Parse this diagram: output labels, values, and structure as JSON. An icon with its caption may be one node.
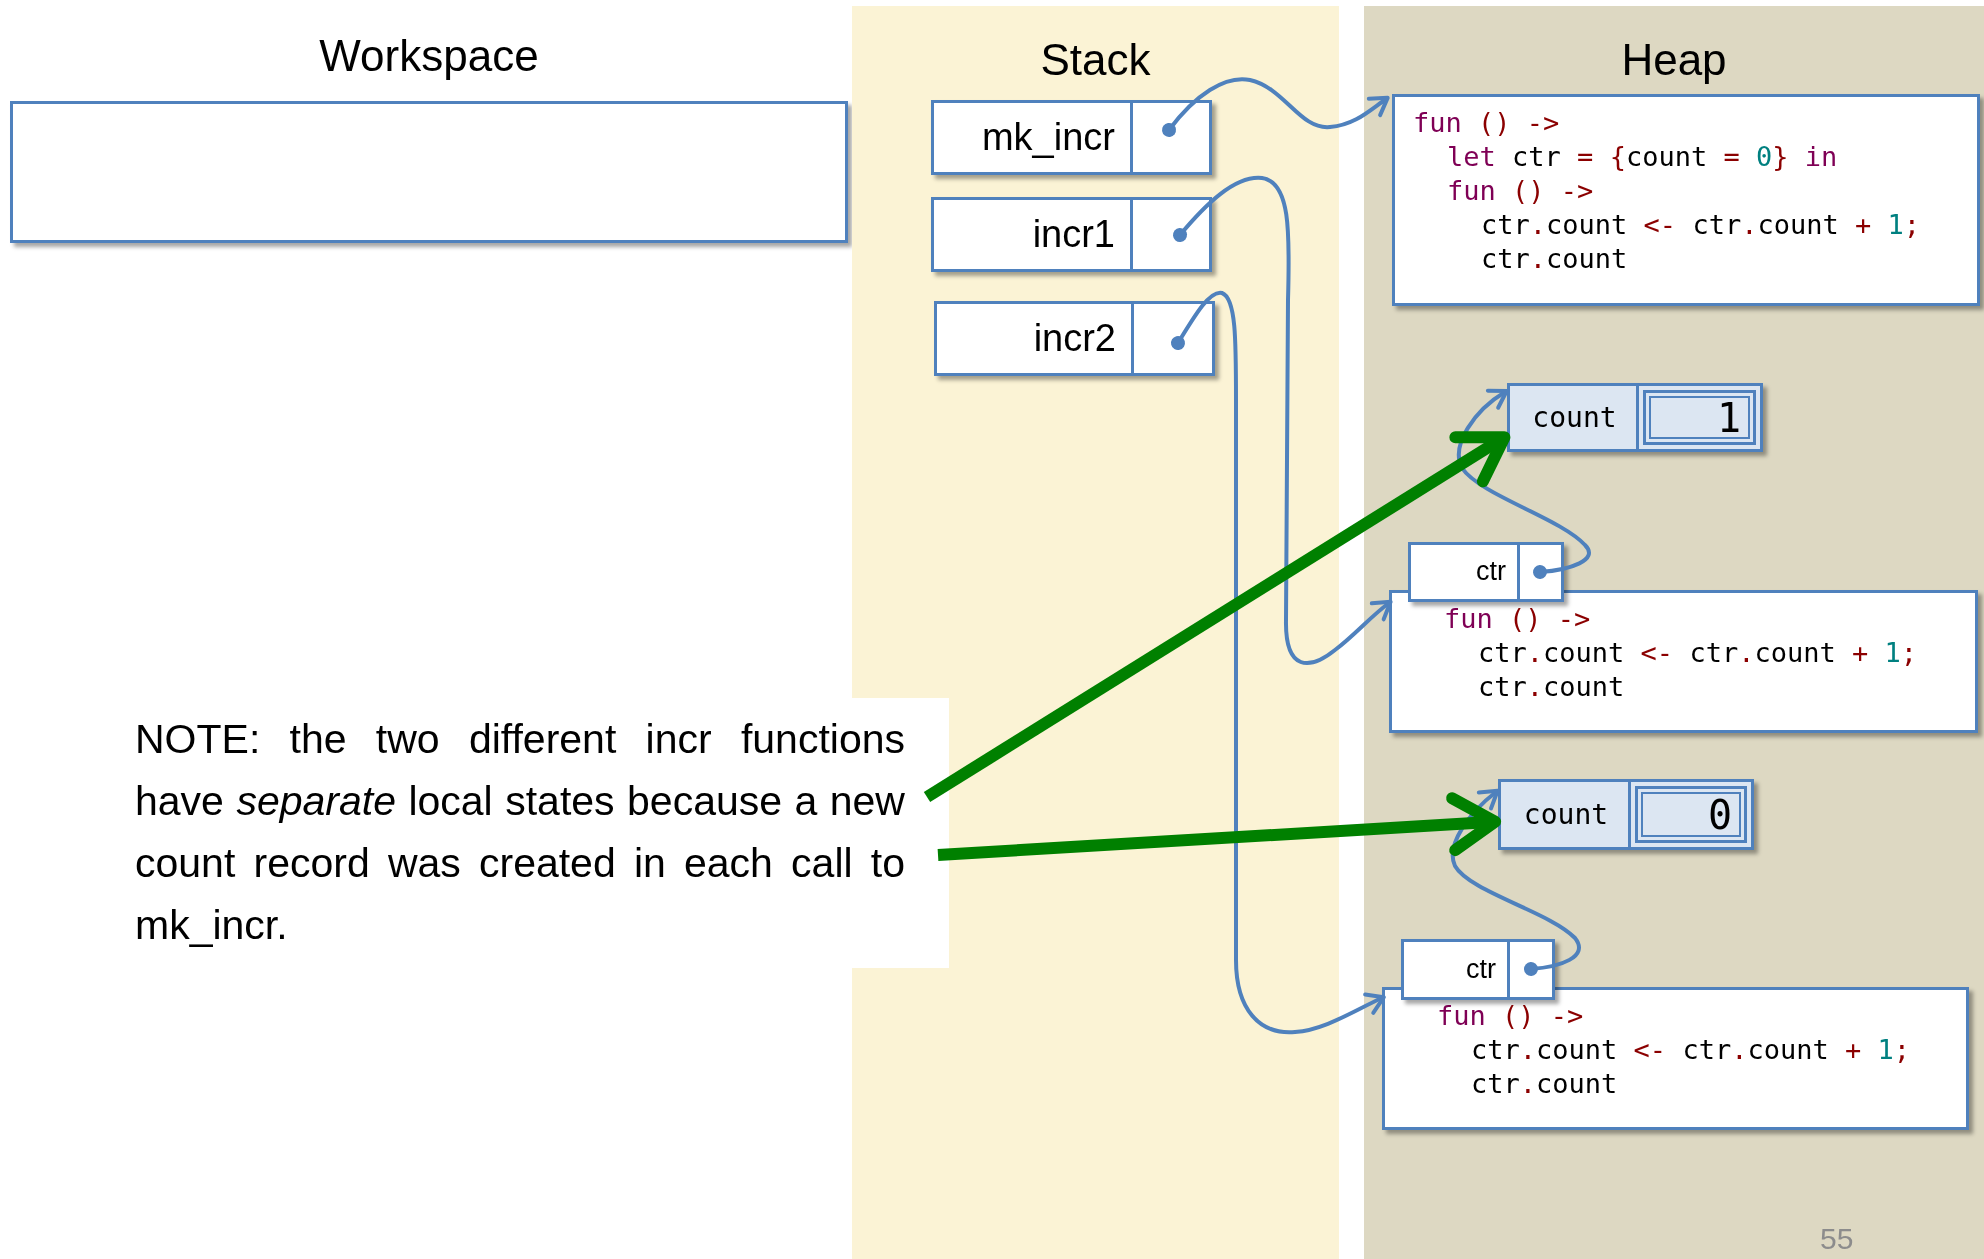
{
  "diagram": {
    "nodes": [
      {
        "text": [
          "Workspace"
        ]
      },
      {
        "text": [
          "Stack"
        ]
      },
      {
        "text": [
          "mk_incr"
        ],
        "in": 1
      },
      {
        "text": [
          "incr1"
        ],
        "in": 1
      },
      {
        "text": [
          "incr2"
        ],
        "in": 1
      },
      {
        "text": [
          "Heap"
        ]
      },
      {
        "text": [
          "fun () ->",
          "let ctr = {count = 0} in",
          "fun () ->",
          "ctr.count <- ctr.count + 1;",
          "ctr.count"
        ],
        "in": 5
      },
      {
        "text": [
          "count",
          "1"
        ],
        "in": 5
      },
      {
        "text": [
          "ctr"
        ],
        "in": 5
      },
      {
        "text": [
          "fun () ->",
          "ctr.count <- ctr.count + 1;",
          "ctr.count"
        ],
        "in": 5
      },
      {
        "text": [
          "count",
          "0"
        ],
        "in": 5
      },
      {
        "text": [
          "ctr"
        ],
        "in": 5
      },
      {
        "text": [
          "fun () ->",
          "ctr.count <- ctr.count + 1;",
          "ctr.count"
        ],
        "in": 5
      },
      {
        "text": [
          "NOTE: the two different incr functions have *separate* local states because a new count record was created in each call to mk_incr."
        ]
      }
    ],
    "edges": [
      {
        "from": 2,
        "to": 6,
        "arrow": "to"
      },
      {
        "from": 3,
        "to": 9,
        "arrow": "to"
      },
      {
        "from": 4,
        "to": 12,
        "arrow": "to"
      },
      {
        "from": 8,
        "to": 7,
        "arrow": "to"
      },
      {
        "from": 11,
        "to": 10,
        "arrow": "to"
      },
      {
        "from": 13,
        "to": 7,
        "arrow": "to",
        "style": "thick",
        "color": "#008000"
      },
      {
        "from": 13,
        "to": 10,
        "arrow": "to",
        "style": "thick",
        "color": "#008000"
      }
    ],
    "labels": [
      "55"
    ]
  }
}
